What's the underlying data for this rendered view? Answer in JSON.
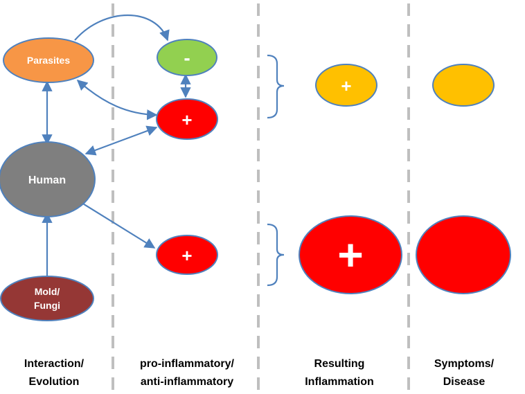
{
  "nodes": {
    "parasites": "Parasites",
    "human": "Human",
    "mold_line1": "Mold/",
    "mold_line2": "Fungi",
    "anti_sign": "-",
    "pro_sign_top": "+",
    "pro_sign_bottom": "+",
    "result_top_sign": "+",
    "result_bottom_sign": "+"
  },
  "columns": {
    "interaction": [
      "Interaction/",
      "Evolution"
    ],
    "pro_anti": [
      "pro-inflammatory/",
      "anti-inflammatory"
    ],
    "result": [
      "Resulting",
      "Inflammation"
    ],
    "symptoms": [
      "Symptoms/",
      "Disease"
    ]
  },
  "colors": {
    "parasites": "#F79646",
    "human": "#7F7F7F",
    "mold": "#953735",
    "anti": "#92D050",
    "pro": "#FF0000",
    "mild": "#FFC000",
    "arrow": "#4F81BD",
    "divider": "#BFBFBF"
  }
}
